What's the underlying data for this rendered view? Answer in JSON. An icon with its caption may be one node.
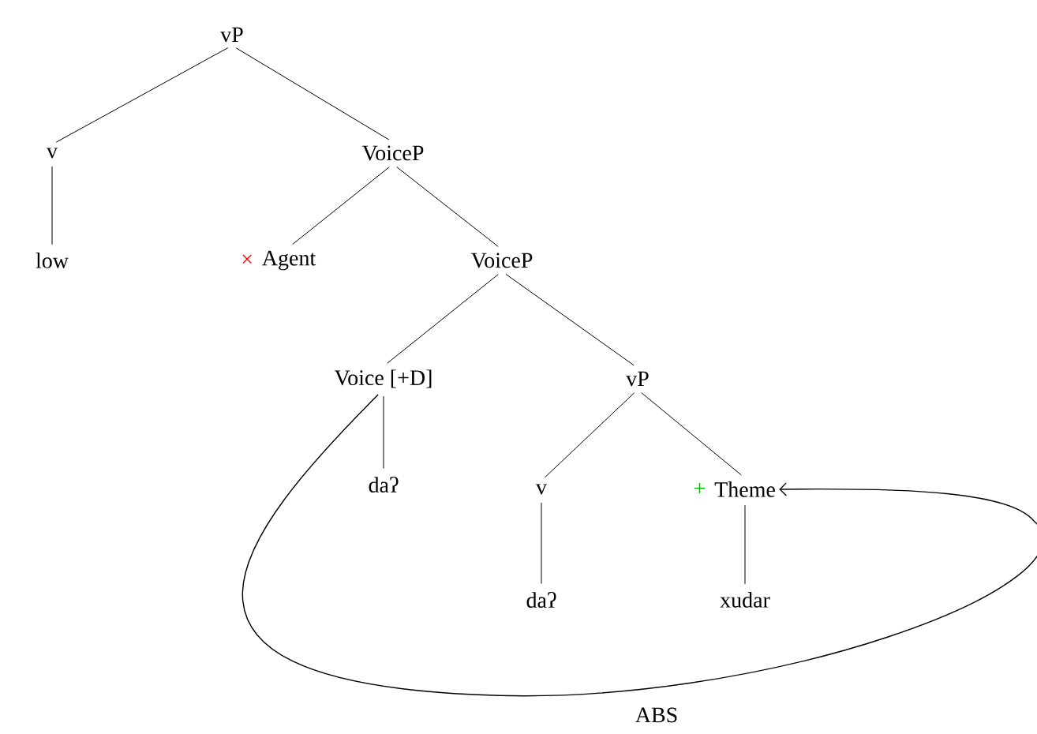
{
  "diagram": {
    "nodes": [
      {
        "text": [
          "vP"
        ]
      },
      {
        "text": [
          "v"
        ]
      },
      {
        "text": [
          "VoiceP"
        ]
      },
      {
        "text": [
          "low"
        ]
      },
      {
        "text": [
          "Agent"
        ],
        "beside": [
          "×"
        ]
      },
      {
        "text": [
          "VoiceP"
        ]
      },
      {
        "text": [
          "Voice [+D]"
        ]
      },
      {
        "text": [
          "vP"
        ]
      },
      {
        "text": [
          "daʔ"
        ]
      },
      {
        "text": [
          "v"
        ]
      },
      {
        "text": [
          "Theme"
        ],
        "beside": [
          "+"
        ]
      },
      {
        "text": [
          "daʔ"
        ]
      },
      {
        "text": [
          "xudar"
        ]
      }
    ],
    "edges": [
      {
        "from": 0,
        "to": 1,
        "arrow": "none"
      },
      {
        "from": 0,
        "to": 2,
        "arrow": "none"
      },
      {
        "from": 1,
        "to": 3,
        "arrow": "none"
      },
      {
        "from": 2,
        "to": 4,
        "arrow": "none"
      },
      {
        "from": 2,
        "to": 5,
        "arrow": "none"
      },
      {
        "from": 5,
        "to": 6,
        "arrow": "none"
      },
      {
        "from": 5,
        "to": 7,
        "arrow": "none"
      },
      {
        "from": 6,
        "to": 8,
        "arrow": "none"
      },
      {
        "from": 7,
        "to": 9,
        "arrow": "none"
      },
      {
        "from": 7,
        "to": 10,
        "arrow": "none"
      },
      {
        "from": 9,
        "to": 11,
        "arrow": "none"
      },
      {
        "from": 10,
        "to": 12,
        "arrow": "none"
      },
      {
        "from": 6,
        "to": 10,
        "arrow": "to",
        "label": "ABS"
      }
    ]
  }
}
